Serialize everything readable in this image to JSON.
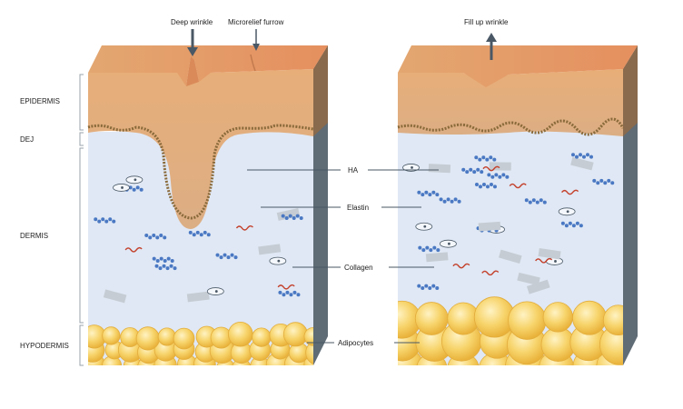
{
  "layer_labels": {
    "epidermis": "EPIDERMIS",
    "dej": "DEJ",
    "dermis": "DERMIS",
    "hypodermis": "HYPODERMIS"
  },
  "callouts": {
    "deep_wrinkle": "Deep wrinkle",
    "microrelief_furrow": "Microrelief furrow",
    "fill_up_wrinkle": "Fill up wrinkle"
  },
  "components": {
    "ha": "HA",
    "elastin": "Elastin",
    "collagen": "Collagen",
    "adipocytes": "Adipocytes"
  },
  "colors": {
    "epidermis": "#e2a56e",
    "epidermis_top": "#eab788",
    "dermis": "#dfe8f4",
    "side_wall": "#5f6b75",
    "ha": "#4a78c2",
    "elastin": "#c4412c",
    "collagen": "#c6ccd3",
    "adipocyte": "#f6cf5e"
  }
}
